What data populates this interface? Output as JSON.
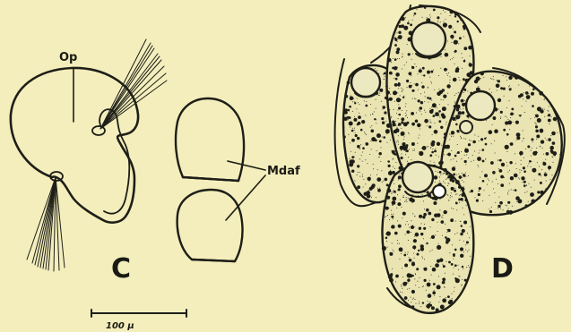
{
  "figure": {
    "panel_c": {
      "letter": "C",
      "labels": {
        "operculum": "Op",
        "mandibular_area": "Mdaf"
      }
    },
    "panel_d": {
      "letter": "D"
    },
    "scale_bar": {
      "label": "100 μ"
    }
  },
  "colors": {
    "background": "#f3eebc",
    "ink": "#1e1e18"
  }
}
